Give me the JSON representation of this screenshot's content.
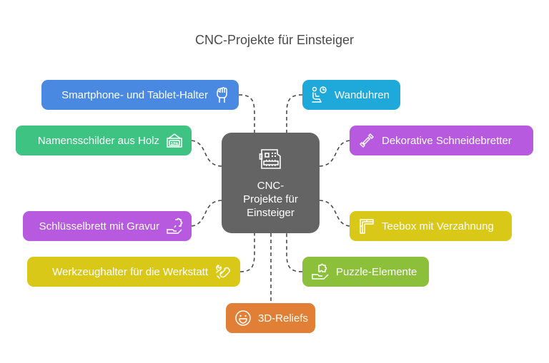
{
  "title": "CNC-Projekte für Einsteiger",
  "center": {
    "label": "CNC-\nProjekte für\nEinsteiger",
    "lines": [
      "CNC-",
      "Projekte für",
      "Einsteiger"
    ],
    "icon": "circuit-board-icon",
    "color": "#646464"
  },
  "nodes": [
    {
      "label": "Smartphone- und Tablet-Halter",
      "icon": "raised-fist-icon",
      "color": "#4a89e2",
      "side": "left"
    },
    {
      "label": "Wanduhren",
      "icon": "person-waiting-clock-icon",
      "color": "#1fa9da",
      "side": "right"
    },
    {
      "label": "Namensschilder aus Holz",
      "icon": "hanging-sign-icon",
      "color": "#3ec383",
      "side": "left"
    },
    {
      "label": "Dekorative Schneidebretter",
      "icon": "rolling-pin-icon",
      "color": "#b85ae0",
      "side": "right"
    },
    {
      "label": "Schlüsselbrett mit Gravur",
      "icon": "hand-puzzle-icon",
      "color": "#b85ae0",
      "side": "left"
    },
    {
      "label": "Teebox mit Verzahnung",
      "icon": "joint-corner-icon",
      "color": "#d9c817",
      "side": "right"
    },
    {
      "label": "Werkzeughalter für die Werkstatt",
      "icon": "wrench-link-icon",
      "color": "#d9c817",
      "side": "left"
    },
    {
      "label": "Puzzle-Elemente",
      "icon": "hand-puzzle-icon",
      "color": "#8cbf3a",
      "side": "right"
    },
    {
      "label": "3D-Reliefs",
      "icon": "smiley-face-icon",
      "color": "#e07f35",
      "side": "bottom"
    }
  ]
}
